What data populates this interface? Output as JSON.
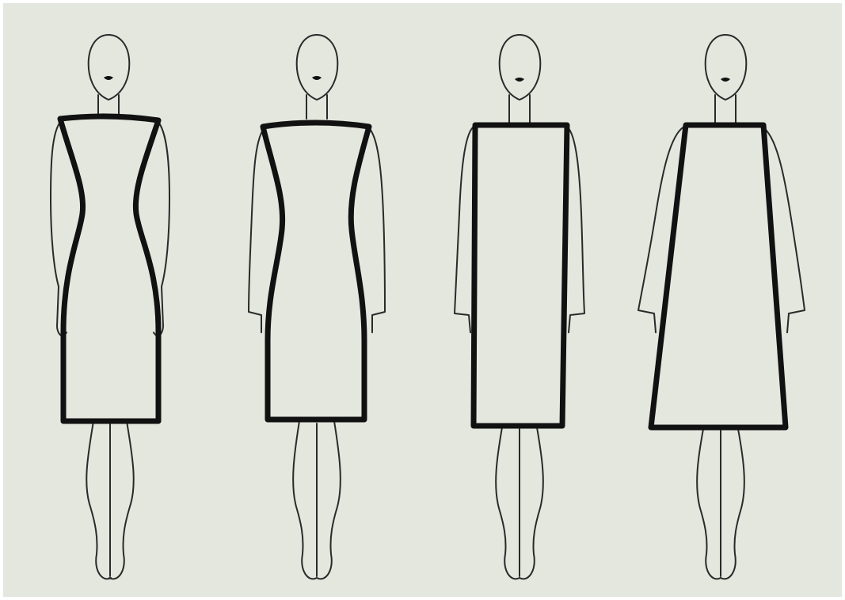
{
  "figures": [
    {
      "id": "figure-1",
      "silhouette": "hourglass"
    },
    {
      "id": "figure-2",
      "silhouette": "hourglass"
    },
    {
      "id": "figure-3",
      "silhouette": "rectangle"
    },
    {
      "id": "figure-4",
      "silhouette": "trapezoid"
    }
  ],
  "colors": {
    "background": "#e3e7de",
    "line": "#2a2a2a",
    "silhouette": "#111111"
  }
}
